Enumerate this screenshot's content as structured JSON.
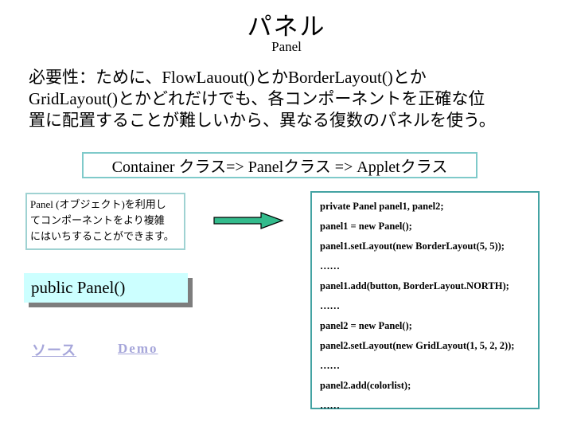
{
  "slide": {
    "title": "パネル",
    "subtitle": "Panel",
    "intro_text": "必要性：ために、FlowLauout()とかBorderLayout()とか\nGridLayout()とかどれだけでも、各コンポーネントを正確な位\n置に配置することが難しいから、異なる復数のパネルを使う。",
    "hierarchy_text": "Container クラス=> Panelクラス => Appletクラス",
    "note_text": "Panel (オブジェクト)を利用し\nてコンポーネントをより複雑\nにはいちすることができます。",
    "panel_constructor": "public Panel()",
    "code_lines": [
      "private Panel panel1, panel2;",
      "panel1 = new Panel();",
      "panel1.setLayout(new BorderLayout(5, 5));",
      "……",
      "panel1.add(button, BorderLayout.NORTH);",
      "……",
      "panel2 = new Panel();",
      "panel2.setLayout(new GridLayout(1, 5, 2, 2));",
      "……",
      "panel2.add(colorlist);",
      "……"
    ],
    "links": {
      "source_label": "ソース",
      "demo_label": "Demo"
    },
    "colors": {
      "box_border_light_teal": "#7fcaca",
      "code_box_border_teal": "#44a3a3",
      "arrow_fill_green": "#33bb8c",
      "constructor_box_bg": "#ccffff",
      "constructor_box_shadow": "#7d7d7d",
      "link_lavender": "#a6a6da"
    }
  }
}
